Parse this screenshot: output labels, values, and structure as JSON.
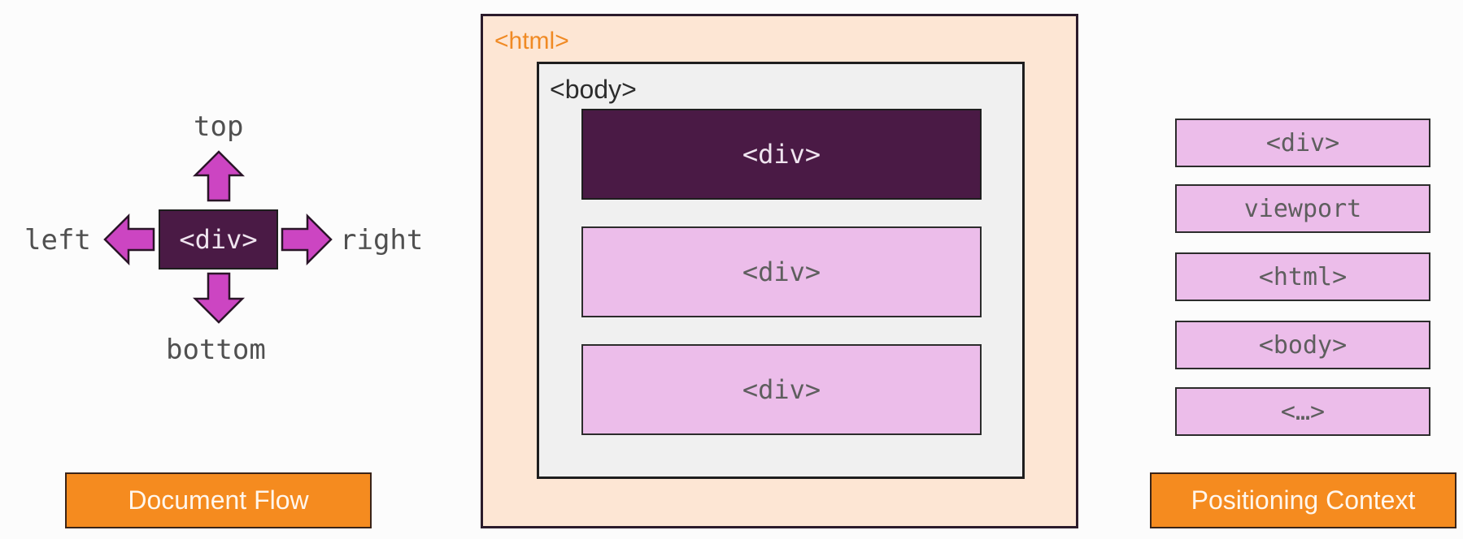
{
  "document_flow": {
    "center_label": "<div>",
    "top": "top",
    "left": "left",
    "right": "right",
    "bottom": "bottom",
    "title": "Document Flow"
  },
  "nesting": {
    "html_label": "<html>",
    "body_label": "<body>",
    "divs": [
      "<div>",
      "<div>",
      "<div>"
    ]
  },
  "positioning_context": {
    "items": [
      "<div>",
      "viewport",
      "<html>",
      "<body>",
      "<…>"
    ],
    "title": "Positioning Context"
  },
  "colors": {
    "dark_purple": "#4a1a45",
    "light_purple": "#ecbdea",
    "arrow_magenta": "#cc45c2",
    "orange": "#f58b1f",
    "peach": "#fde6d4"
  },
  "icons": [
    "arrow-up-icon",
    "arrow-left-icon",
    "arrow-right-icon",
    "arrow-down-icon"
  ]
}
